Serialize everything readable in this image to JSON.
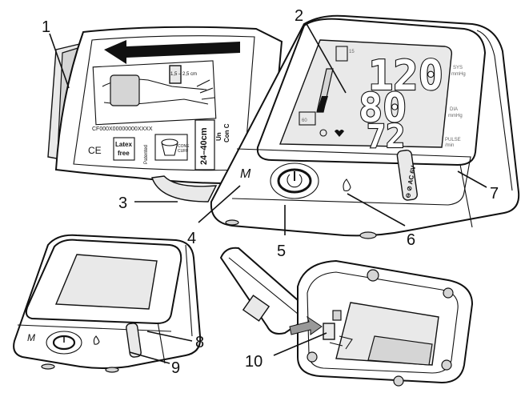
{
  "callouts": [
    "1",
    "2",
    "3",
    "4",
    "5",
    "6",
    "7",
    "8",
    "9",
    "10"
  ],
  "display": {
    "sys": "120",
    "dia": "80",
    "pulse": "72",
    "sys_label": "SYS",
    "sys_unit": "mmHg",
    "dia_label": "DIA",
    "dia_unit": "mmHg",
    "pulse_label": "PULSE",
    "pulse_unit": "/min"
  },
  "buttons": {
    "memory": "M",
    "memory_small": "M"
  },
  "cuff": {
    "serial": "CF000X00000000XXXX",
    "ce": "CE",
    "latex_line1": "Latex",
    "latex_line2": "free",
    "patent": "Patented",
    "cone": "CONE",
    "cuff_word": "CUFF",
    "size": "24–40cm",
    "unit_a": "Un",
    "unit_b": "Con C",
    "dim_label": "1,5 – 2,5 cm"
  },
  "side": {
    "port_label": "⊖ ⊘ AC 6V"
  }
}
